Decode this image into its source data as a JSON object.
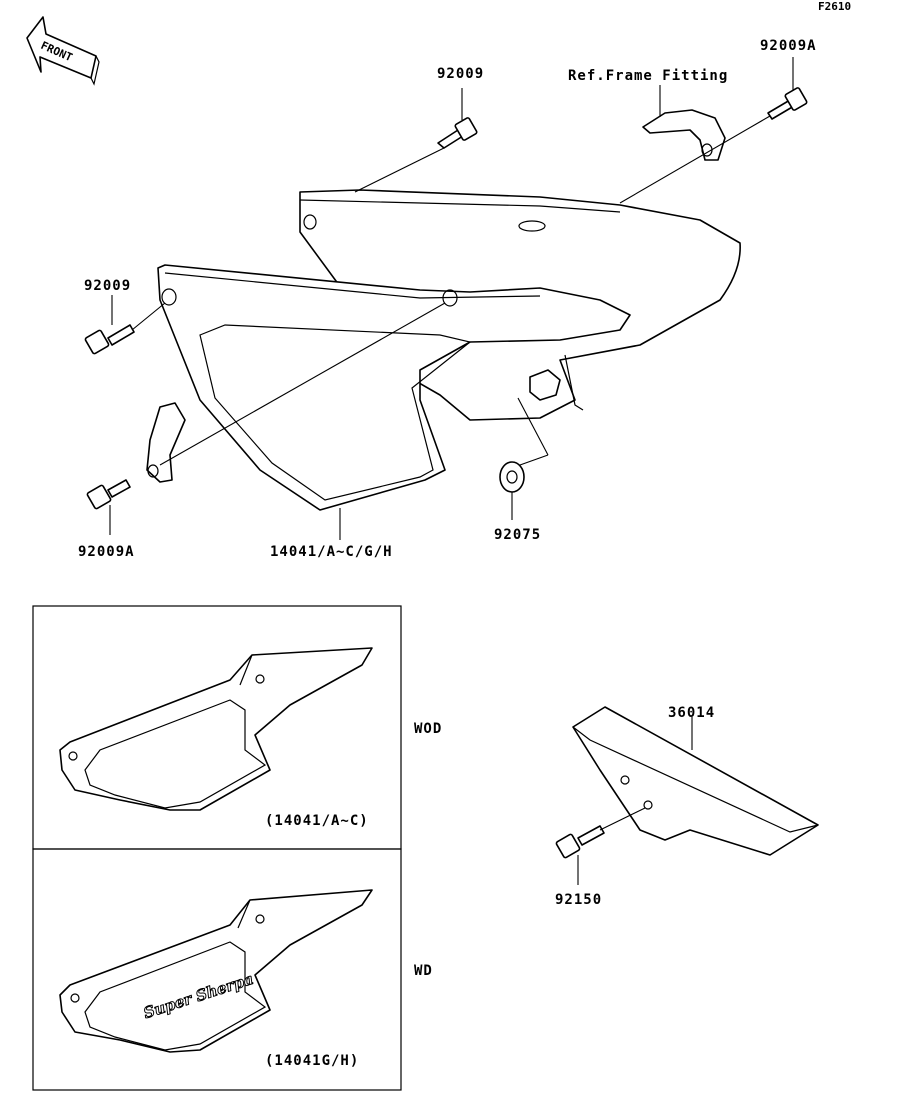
{
  "figure_code": "F2610",
  "direction_arrow": "FRONT",
  "callouts": {
    "bolt_top": "92009",
    "bolt_top_right": "92009A",
    "ref_frame": "Ref.Frame Fitting",
    "bolt_left": "92009",
    "bolt_lower_left": "92009A",
    "cover_main": "14041/A~C/G/H",
    "grommet": "92075",
    "guard": "36014",
    "guard_bolt": "92150"
  },
  "variants": [
    {
      "label": "WOD",
      "parts": "(14041/A~C)"
    },
    {
      "label": "WD",
      "parts": "(14041G/H)",
      "decal_text": "Super Sherpa"
    }
  ]
}
